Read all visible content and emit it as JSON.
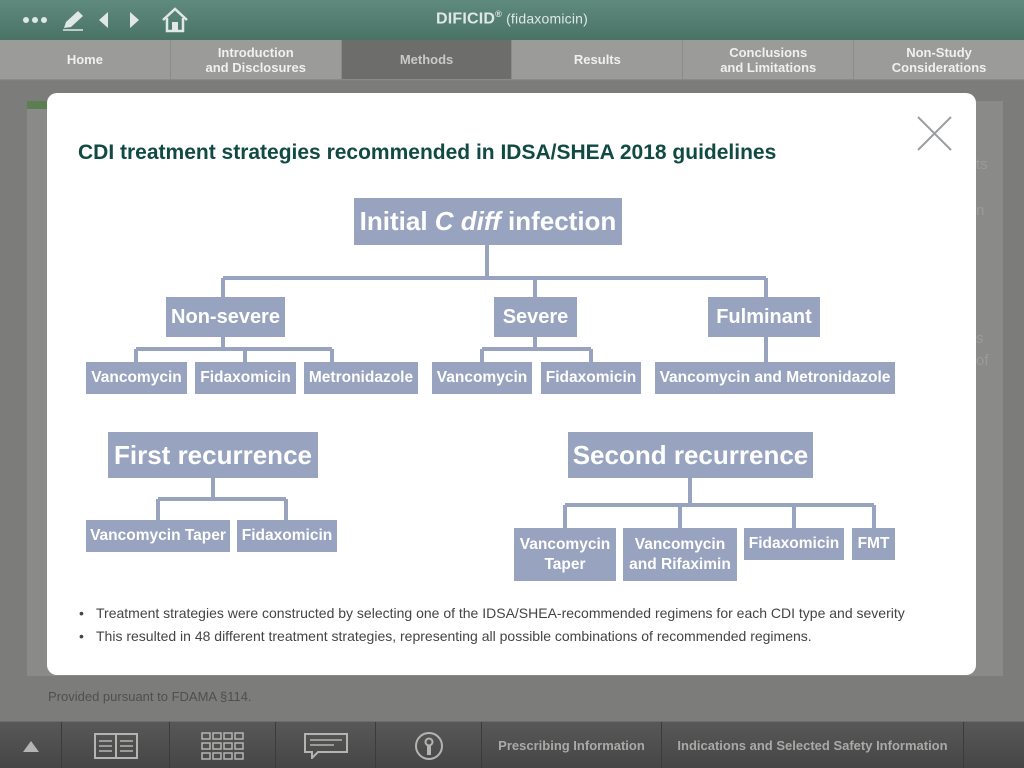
{
  "app": {
    "title": "DIFICID",
    "title_mark": "®",
    "subtitle": " (fidaxomicin)"
  },
  "topbar": {
    "icons": [
      "more-icon",
      "pencil-icon",
      "back-icon",
      "forward-icon",
      "home-icon"
    ]
  },
  "nav": {
    "tabs": [
      {
        "label": "Home",
        "active": false
      },
      {
        "label": "Introduction\nand Disclosures",
        "active": false
      },
      {
        "label": "Methods",
        "active": true
      },
      {
        "label": "Results",
        "active": false
      },
      {
        "label": "Conclusions\nand Limitations",
        "active": false
      },
      {
        "label": "Non-Study\nConsiderations",
        "active": false
      }
    ]
  },
  "background": {
    "fragments": [
      "ts",
      "n",
      "s",
      "of"
    ],
    "footer_note": "Provided pursuant to FDAMA §114."
  },
  "modal": {
    "title": "CDI treatment strategies recommended in IDSA/SHEA 2018 guidelines",
    "root": {
      "prefix": "Initial ",
      "italic": "C diff",
      "suffix": " infection"
    },
    "severities": [
      {
        "label": "Non-severe",
        "options": [
          "Vancomycin",
          "Fidaxomicin",
          "Metronidazole"
        ]
      },
      {
        "label": "Severe",
        "options": [
          "Vancomycin",
          "Fidaxomicin"
        ]
      },
      {
        "label": "Fulminant",
        "options": [
          "Vancomycin and Metronidazole"
        ]
      }
    ],
    "first_recurrence": {
      "label": "First recurrence",
      "options": [
        "Vancomycin Taper",
        "Fidaxomicin"
      ]
    },
    "second_recurrence": {
      "label": "Second recurrence",
      "options": [
        "Vancomycin\nTaper",
        "Vancomycin\nand Rifaximin",
        "Fidaxomicin",
        "FMT"
      ]
    },
    "bullets": [
      "Treatment strategies were constructed by selecting one of the IDSA/SHEA-recommended regimens for each CDI type and severity",
      "This resulted in 48 different treatment strategies, representing all possible combinations of recommended regimens."
    ]
  },
  "bottombar": {
    "icons": [
      "collapse-up-icon",
      "book-icon",
      "grid-icon",
      "notes-icon",
      "info-icon"
    ],
    "prescribing": "Prescribing Information",
    "indications": "Indications and Selected Safety Information"
  },
  "colors": {
    "box": "#98a3bf",
    "title": "#114a44",
    "topbar": "#4f7a6e"
  }
}
